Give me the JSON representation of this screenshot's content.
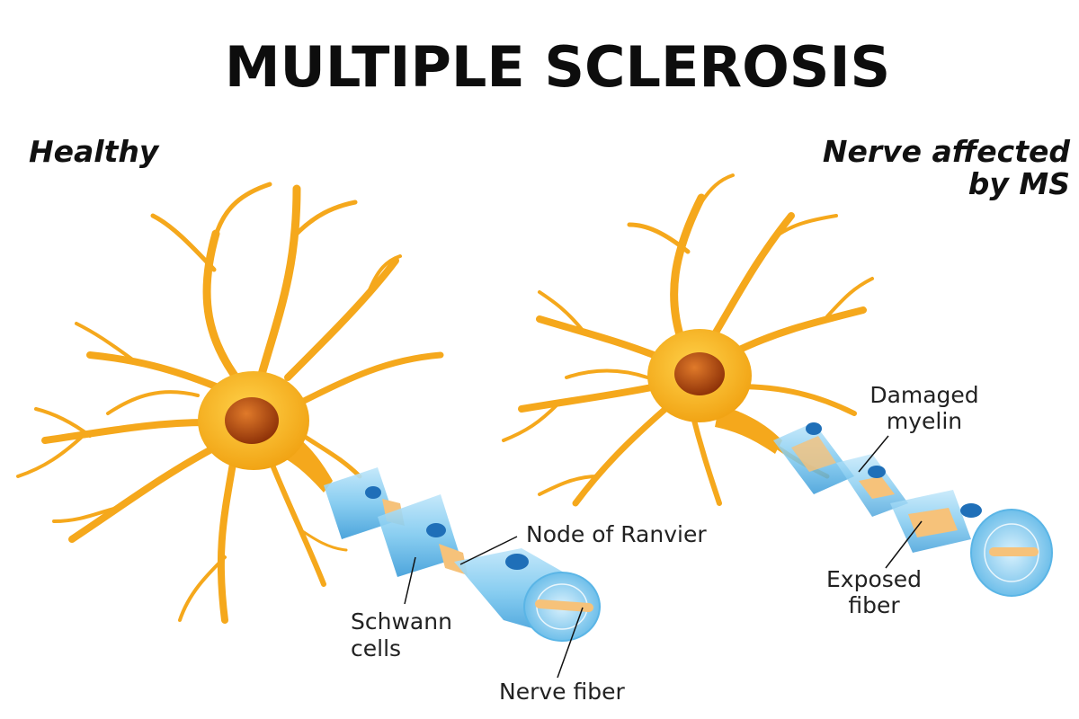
{
  "title": "MULTIPLE SCLEROSIS",
  "panels": {
    "healthy": {
      "title": "Healthy"
    },
    "affected": {
      "title_line1": "Nerve affected",
      "title_line2": "by MS"
    }
  },
  "labels": {
    "node_of_ranvier": "Node of Ranvier",
    "schwann_line1": "Schwann",
    "schwann_line2": "cells",
    "nerve_fiber": "Nerve fiber",
    "damaged_line1": "Damaged",
    "damaged_line2": "myelin",
    "exposed_line1": "Exposed",
    "exposed_line2": "fiber"
  },
  "colors": {
    "neuron": "#f5a81c",
    "neuron_dark": "#e08a10",
    "nucleus": "#b84a0c",
    "myelin": "#7cc8ef",
    "myelin_dark": "#3a9bd8",
    "schwann_nucleus": "#1f6fb8",
    "axon": "#f6c27a"
  }
}
